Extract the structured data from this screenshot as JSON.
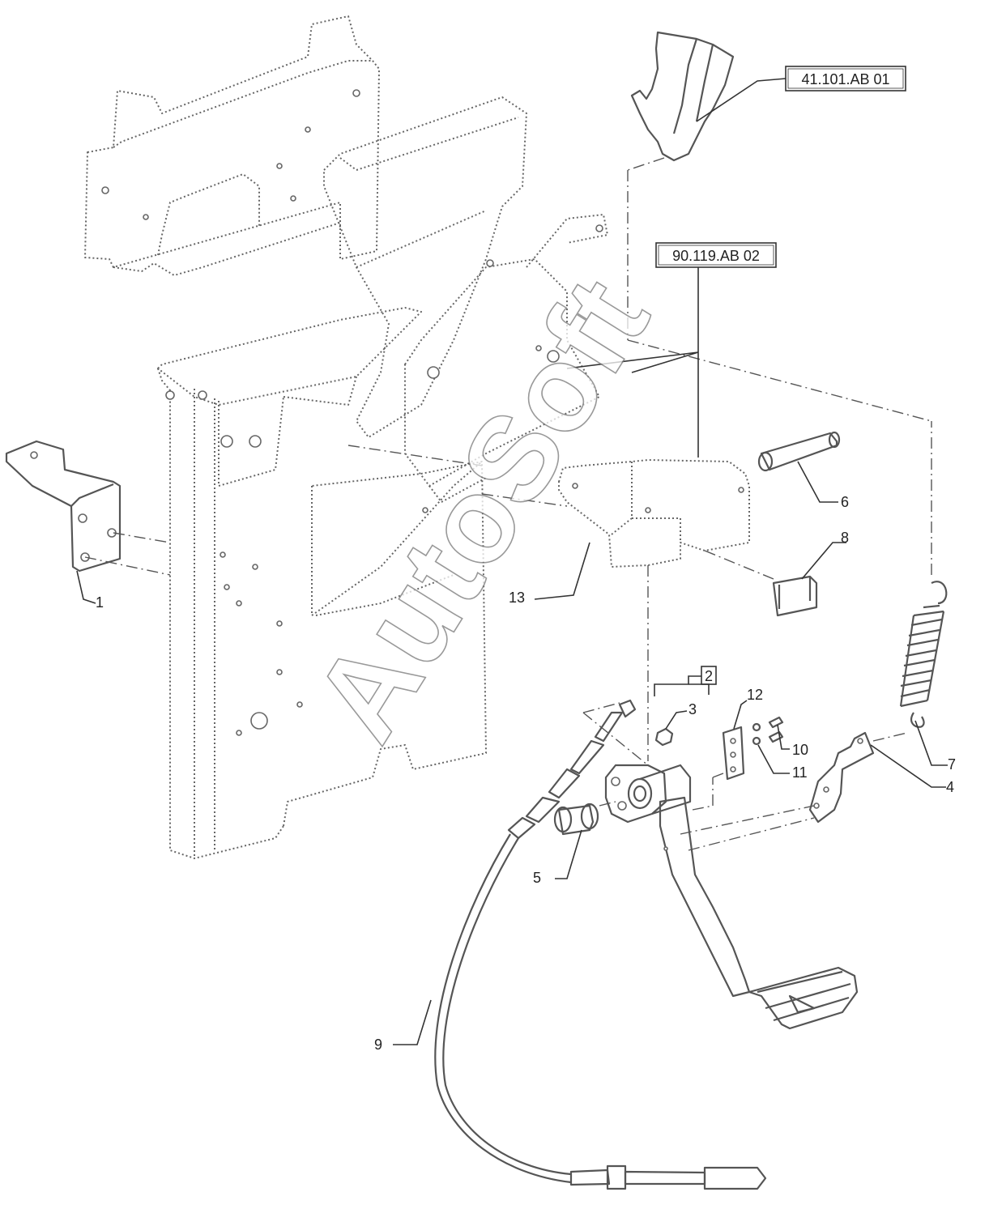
{
  "references": [
    {
      "id": "ref-41",
      "text": "41.101.AB 01"
    },
    {
      "id": "ref-90",
      "text": "90.119.AB 02"
    }
  ],
  "callouts": {
    "c1": "1",
    "c2": "2",
    "c3": "3",
    "c4": "4",
    "c5": "5",
    "c6": "6",
    "c7": "7",
    "c8": "8",
    "c9": "9",
    "c10": "10",
    "c11": "11",
    "c12": "12",
    "c13": "13"
  },
  "watermark": "AutoSoft"
}
